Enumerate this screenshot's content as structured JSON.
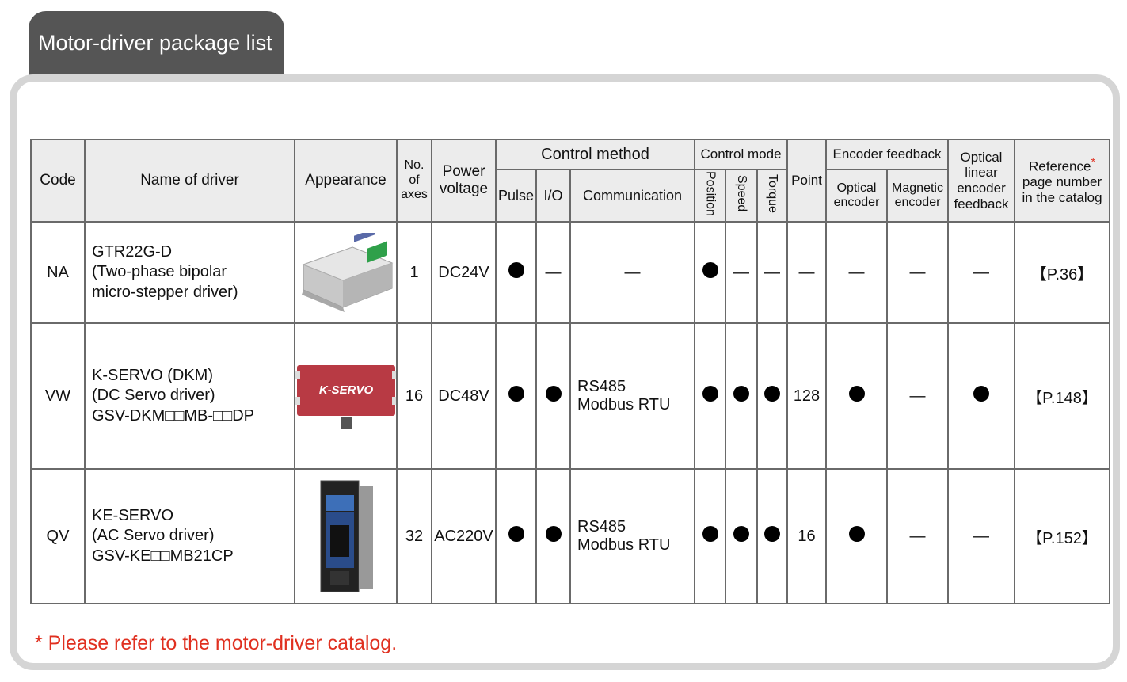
{
  "tab_title": "Motor-driver package list",
  "headers": {
    "code": "Code",
    "name": "Name of driver",
    "appearance": "Appearance",
    "axes": [
      "No.",
      "of",
      "axes"
    ],
    "power": [
      "Power",
      "voltage"
    ],
    "control_method": "Control method",
    "pulse": "Pulse",
    "io": "I/O",
    "communication": "Communication",
    "control_mode": "Control mode",
    "position": "Position",
    "speed": "Speed",
    "torque": "Torque",
    "point": "Point",
    "encoder_feedback": "Encoder feedback",
    "optical_encoder": [
      "Optical",
      "encoder"
    ],
    "magnetic_encoder": [
      "Magnetic",
      "encoder"
    ],
    "optical_linear": [
      "Optical",
      "linear",
      "encoder",
      "feedback"
    ],
    "reference": [
      "Reference",
      "page number",
      "in the catalog"
    ],
    "asterisk": "*"
  },
  "rows": [
    {
      "code": "NA",
      "name": [
        "GTR22G-D",
        "(Two-phase bipolar",
        "micro-stepper driver)"
      ],
      "axes": "1",
      "power": "DC24V",
      "pulse": "●",
      "io": "—",
      "communication": [
        "—",
        ""
      ],
      "position": "●",
      "speed": "—",
      "torque": "—",
      "point": "—",
      "optical_encoder": "—",
      "magnetic_encoder": "—",
      "optical_linear": "—",
      "reference": "【P.36】"
    },
    {
      "code": "VW",
      "name": [
        "K-SERVO (DKM)",
        "(DC Servo driver)",
        "GSV-DKM□□MB-□□DP"
      ],
      "axes": "16",
      "power": "DC48V",
      "pulse": "●",
      "io": "●",
      "communication": [
        "RS485",
        "Modbus RTU"
      ],
      "position": "●",
      "speed": "●",
      "torque": "●",
      "point": "128",
      "optical_encoder": "●",
      "magnetic_encoder": "—",
      "optical_linear": "●",
      "reference": "【P.148】",
      "label_brand": "K-SERVO"
    },
    {
      "code": "QV",
      "name": [
        "KE-SERVO",
        "(AC Servo driver)",
        "GSV-KE□□MB21CP"
      ],
      "axes": "32",
      "power": "AC220V",
      "pulse": "●",
      "io": "●",
      "communication": [
        "RS485",
        "Modbus RTU"
      ],
      "position": "●",
      "speed": "●",
      "torque": "●",
      "point": "16",
      "optical_encoder": "●",
      "magnetic_encoder": "—",
      "optical_linear": "—",
      "reference": "【P.152】"
    }
  ],
  "footnote": "* Please refer to the motor-driver catalog.",
  "colors": {
    "tab": "#555555",
    "panel_border": "#d5d5d5",
    "header_bg": "#ececec",
    "accent_red": "#e03020",
    "kservo_red": "#b83a44"
  }
}
